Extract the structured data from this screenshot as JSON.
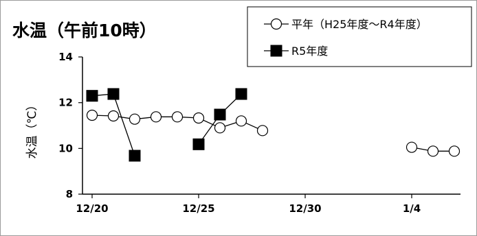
{
  "chart_data": {
    "type": "line",
    "title": "水温（午前10時）",
    "ylabel": "水温（℃）",
    "xlabel": "",
    "ylim": [
      8,
      14
    ],
    "yticks": [
      8,
      10,
      12,
      14
    ],
    "x_range": [
      "12/20",
      "1/6"
    ],
    "xticks": [
      {
        "label": "12/20",
        "date": "12/20"
      },
      {
        "label": "12/25",
        "date": "12/25"
      },
      {
        "label": "12/30",
        "date": "12/30"
      },
      {
        "label": "1/4",
        "date": "1/4"
      }
    ],
    "grid": false,
    "legend_position": "top-right",
    "series": [
      {
        "name": "平年（H25年度～R4年度）",
        "marker": "open-circle",
        "color": "#000000",
        "segments": [
          [
            {
              "x": "12/20",
              "y": 11.45
            },
            {
              "x": "12/21",
              "y": 11.42
            },
            {
              "x": "12/22",
              "y": 11.28
            },
            {
              "x": "12/23",
              "y": 11.38
            },
            {
              "x": "12/24",
              "y": 11.38
            },
            {
              "x": "12/25",
              "y": 11.33
            },
            {
              "x": "12/26",
              "y": 10.9
            },
            {
              "x": "12/27",
              "y": 11.2
            },
            {
              "x": "12/28",
              "y": 10.78
            }
          ],
          [
            {
              "x": "1/4",
              "y": 10.05
            },
            {
              "x": "1/5",
              "y": 9.88
            },
            {
              "x": "1/6",
              "y": 9.88
            }
          ]
        ]
      },
      {
        "name": "R5年度",
        "marker": "filled-square",
        "color": "#000000",
        "segments": [
          [
            {
              "x": "12/20",
              "y": 12.3
            },
            {
              "x": "12/21",
              "y": 12.38
            },
            {
              "x": "12/22",
              "y": 9.68
            }
          ],
          [
            {
              "x": "12/25",
              "y": 10.18
            },
            {
              "x": "12/26",
              "y": 11.48
            },
            {
              "x": "12/27",
              "y": 12.38
            }
          ]
        ]
      }
    ]
  }
}
